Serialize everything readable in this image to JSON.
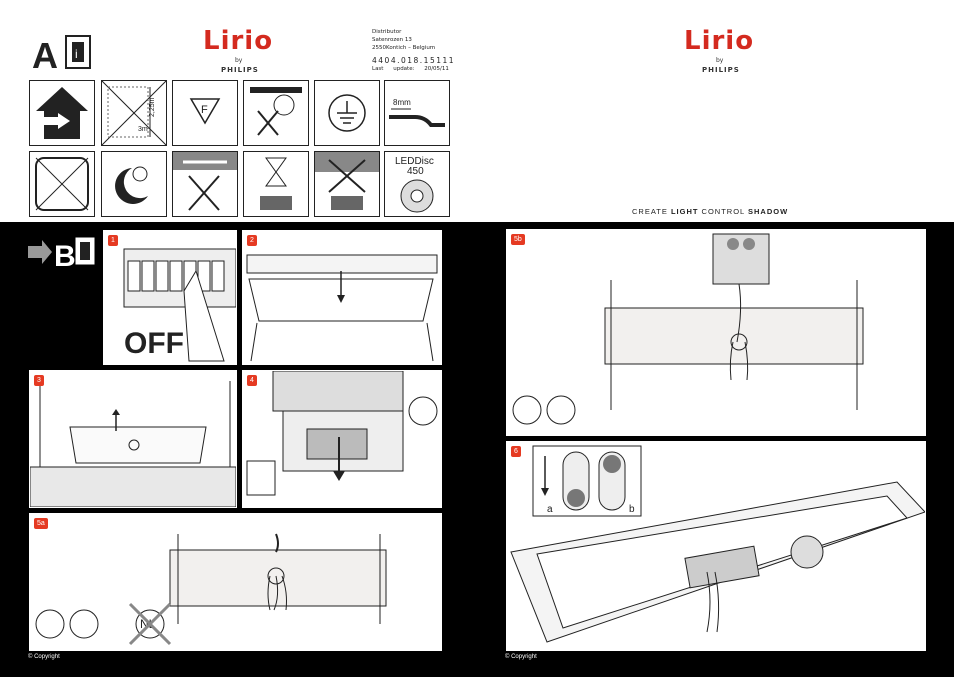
{
  "brand": {
    "name": "Lirio",
    "by": "by",
    "maker": "PHILIPS",
    "color": "#d42a1f"
  },
  "distributor": {
    "lines": [
      "Distributor",
      "Satenrozen 13",
      "2550Kontich  –  Belgium"
    ]
  },
  "part_number": "4404.018.15111",
  "update": {
    "label_last": "Last",
    "label_update": "update:",
    "date": "20/05/11"
  },
  "icons": {
    "section_a": "A",
    "section_b": "B",
    "dim_height": "2,25m",
    "dim_depth": "3m",
    "fuse_letter": "F",
    "wire_length": "8mm",
    "lamp_label": "LEDDisc",
    "lamp_value": "450"
  },
  "steps": {
    "s1": "1",
    "s2": "2",
    "s3": "3",
    "s4": "4",
    "s5a": "5a",
    "s5b": "5b",
    "s6": "6"
  },
  "step1_off": "OFF",
  "step5a_nl": "NL",
  "step6_labels": {
    "a": "a",
    "b": "b"
  },
  "right_heading": {
    "p1": "CREATE ",
    "p2": "LIGHT",
    "p3": " CONTROL ",
    "p4": "SHADOW"
  },
  "copyright": "© Copyright",
  "colors": {
    "accent_red": "#e53a22",
    "panel_bg": "#ffffff",
    "page_bg": "#000000"
  }
}
